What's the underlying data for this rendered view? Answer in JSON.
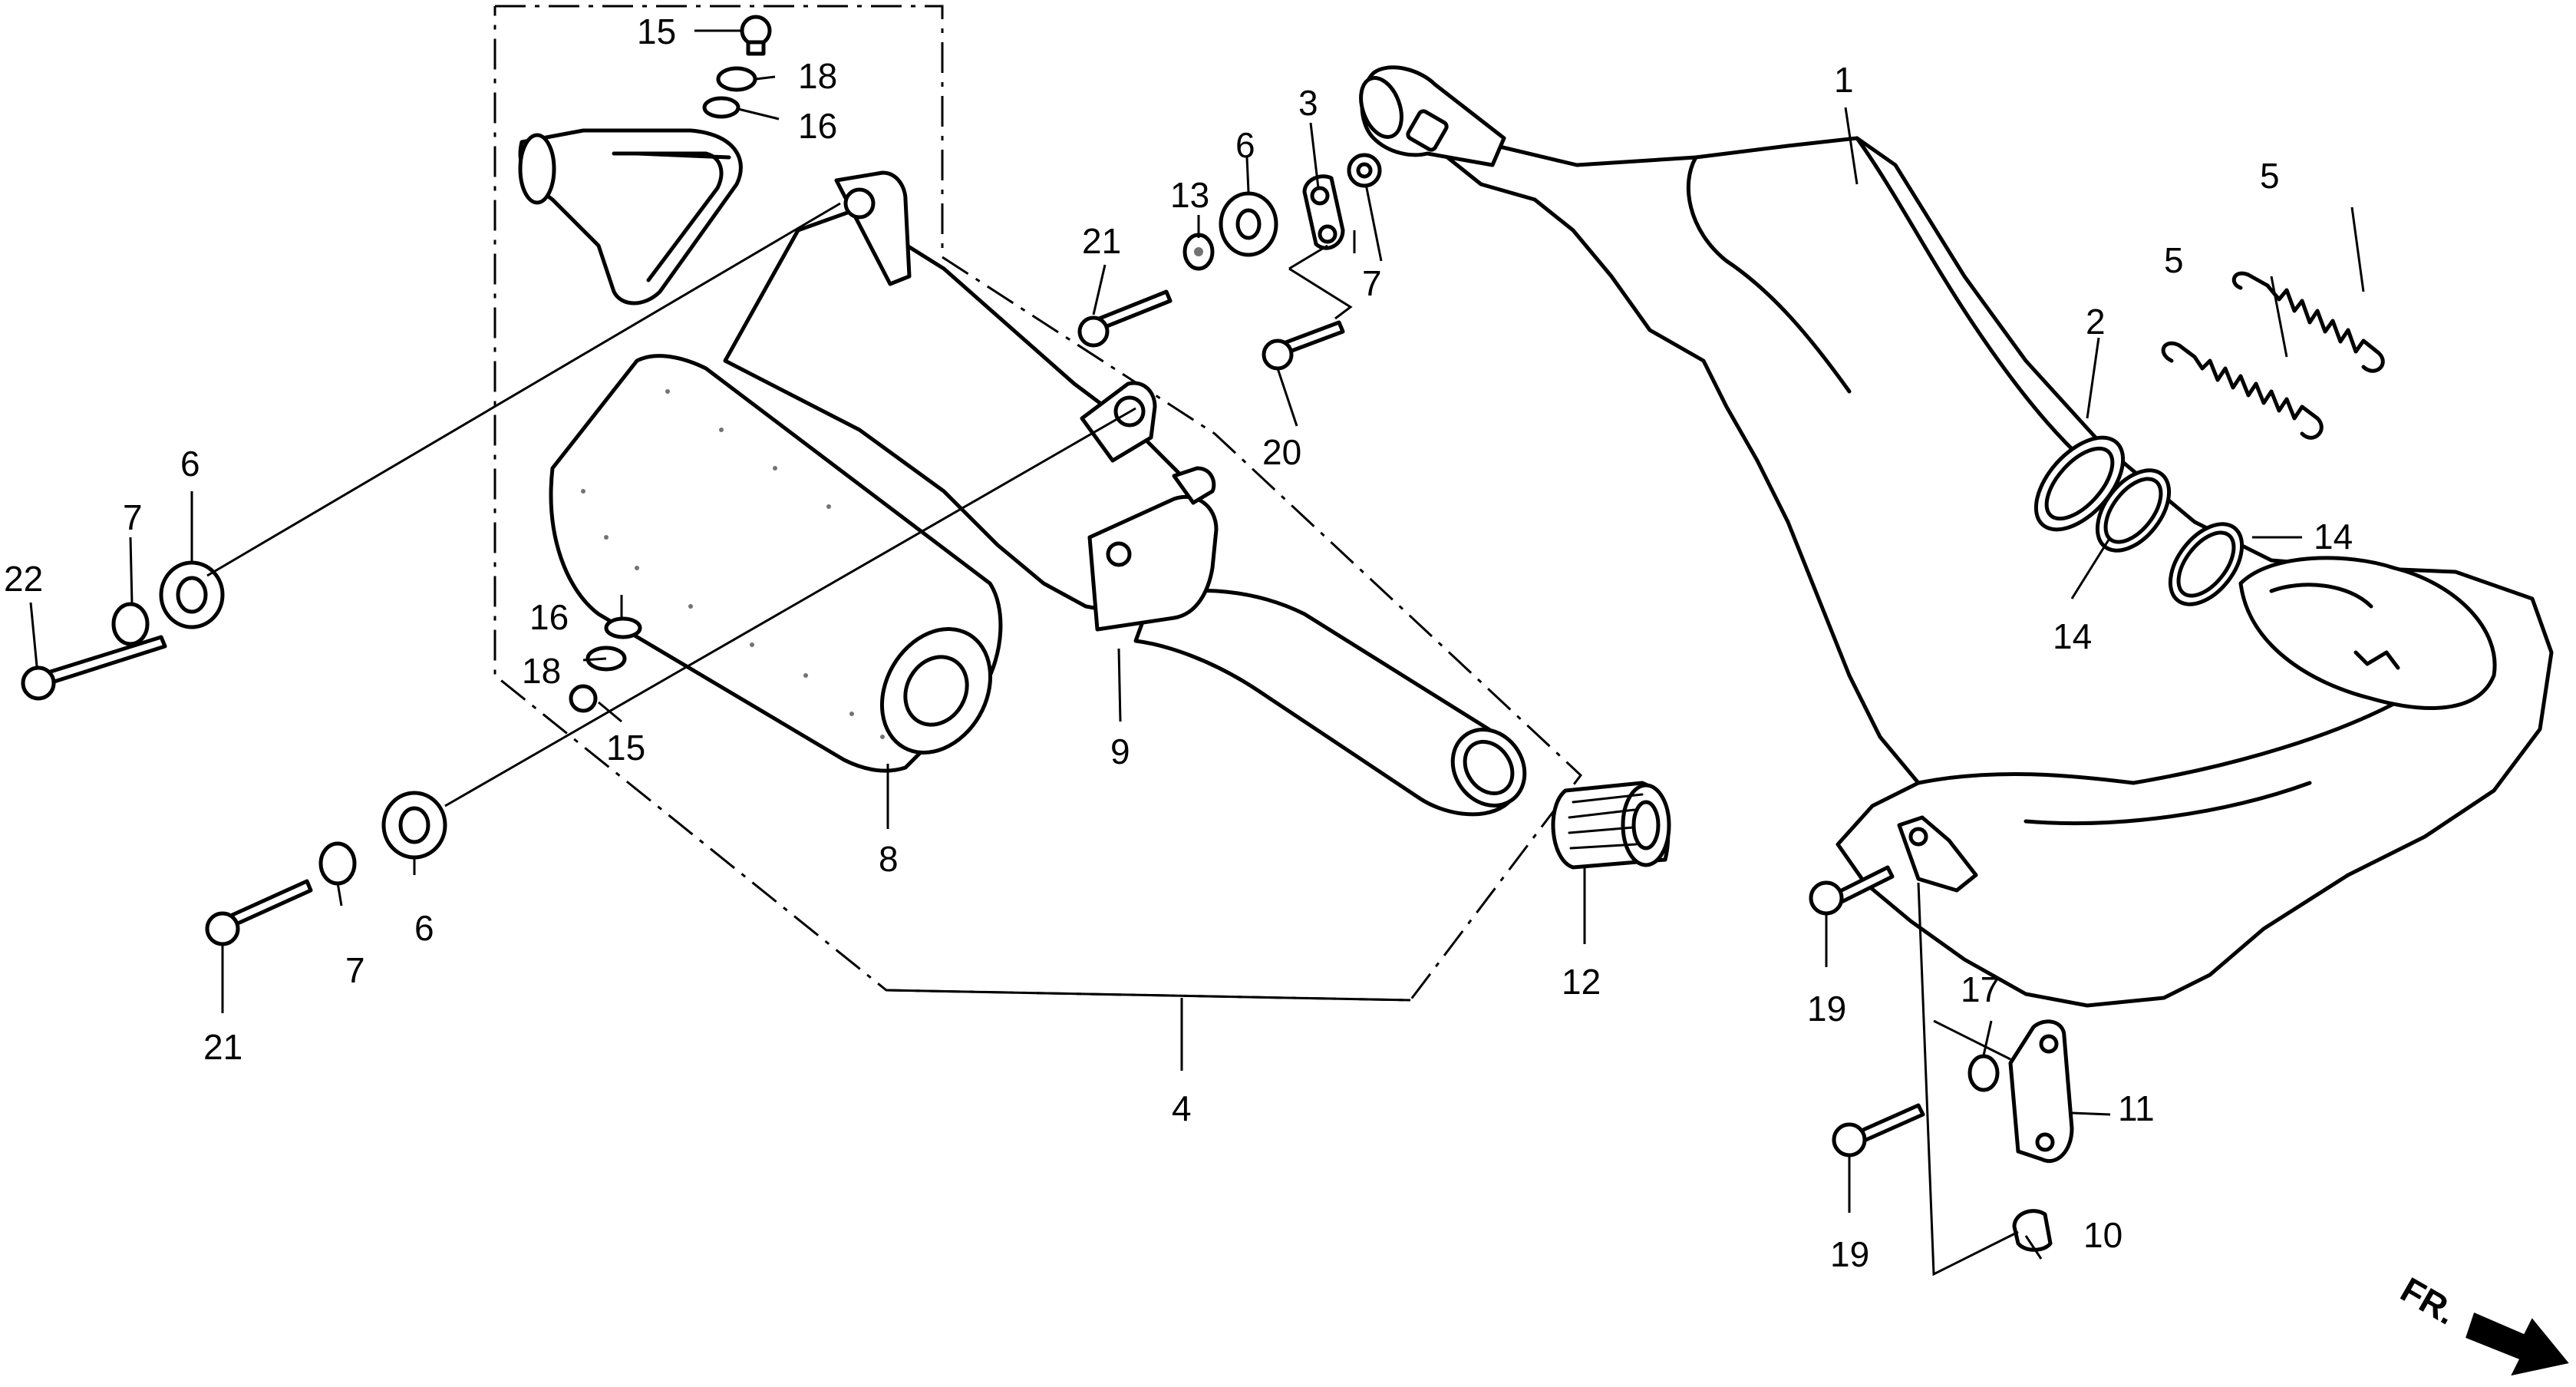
{
  "labels": {
    "c1": "1",
    "c2": "2",
    "c3": "3",
    "c4": "4",
    "c5a": "5",
    "c5b": "5",
    "c6a": "6",
    "c6b": "6",
    "c6c": "6",
    "c7a": "7",
    "c7b": "7",
    "c7c": "7",
    "c8": "8",
    "c9": "9",
    "c10": "10",
    "c11": "11",
    "c12": "12",
    "c13": "13",
    "c14a": "14",
    "c14b": "14",
    "c15a": "15",
    "c15b": "15",
    "c16a": "16",
    "c16b": "16",
    "c17": "17",
    "c18a": "18",
    "c18b": "18",
    "c19a": "19",
    "c19b": "19",
    "c20": "20",
    "c21a": "21",
    "c21b": "21",
    "c22": "22"
  },
  "front_indicator": {
    "label": "FR."
  }
}
